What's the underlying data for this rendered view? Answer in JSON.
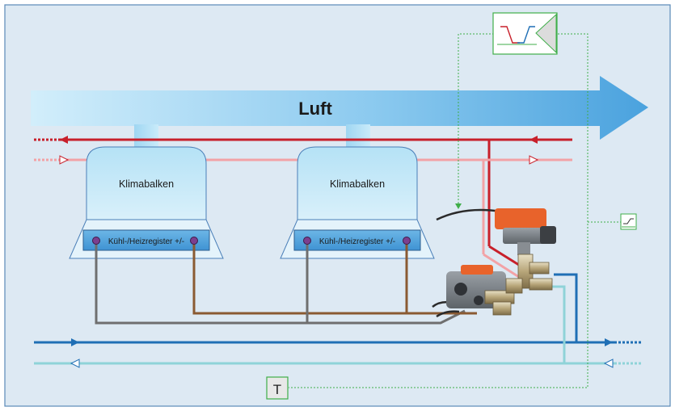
{
  "air_label": "Luft",
  "units": [
    {
      "name": "Klimabalken",
      "register": "Kühl-/Heizregister +/-"
    },
    {
      "name": "Klimabalken",
      "register": "Kühl-/Heizregister +/-"
    }
  ],
  "sensor_label": "T",
  "colors": {
    "background": "#dde9f3",
    "border": "#5a8ab8",
    "air_arrow": "#5aaee3",
    "hot_supply": "#c8202b",
    "hot_return": "#f2a2a6",
    "cold_supply": "#1f6fb5",
    "cold_return": "#8fd3d8",
    "signal": "#3fae49",
    "actuator": "#e8632b"
  }
}
